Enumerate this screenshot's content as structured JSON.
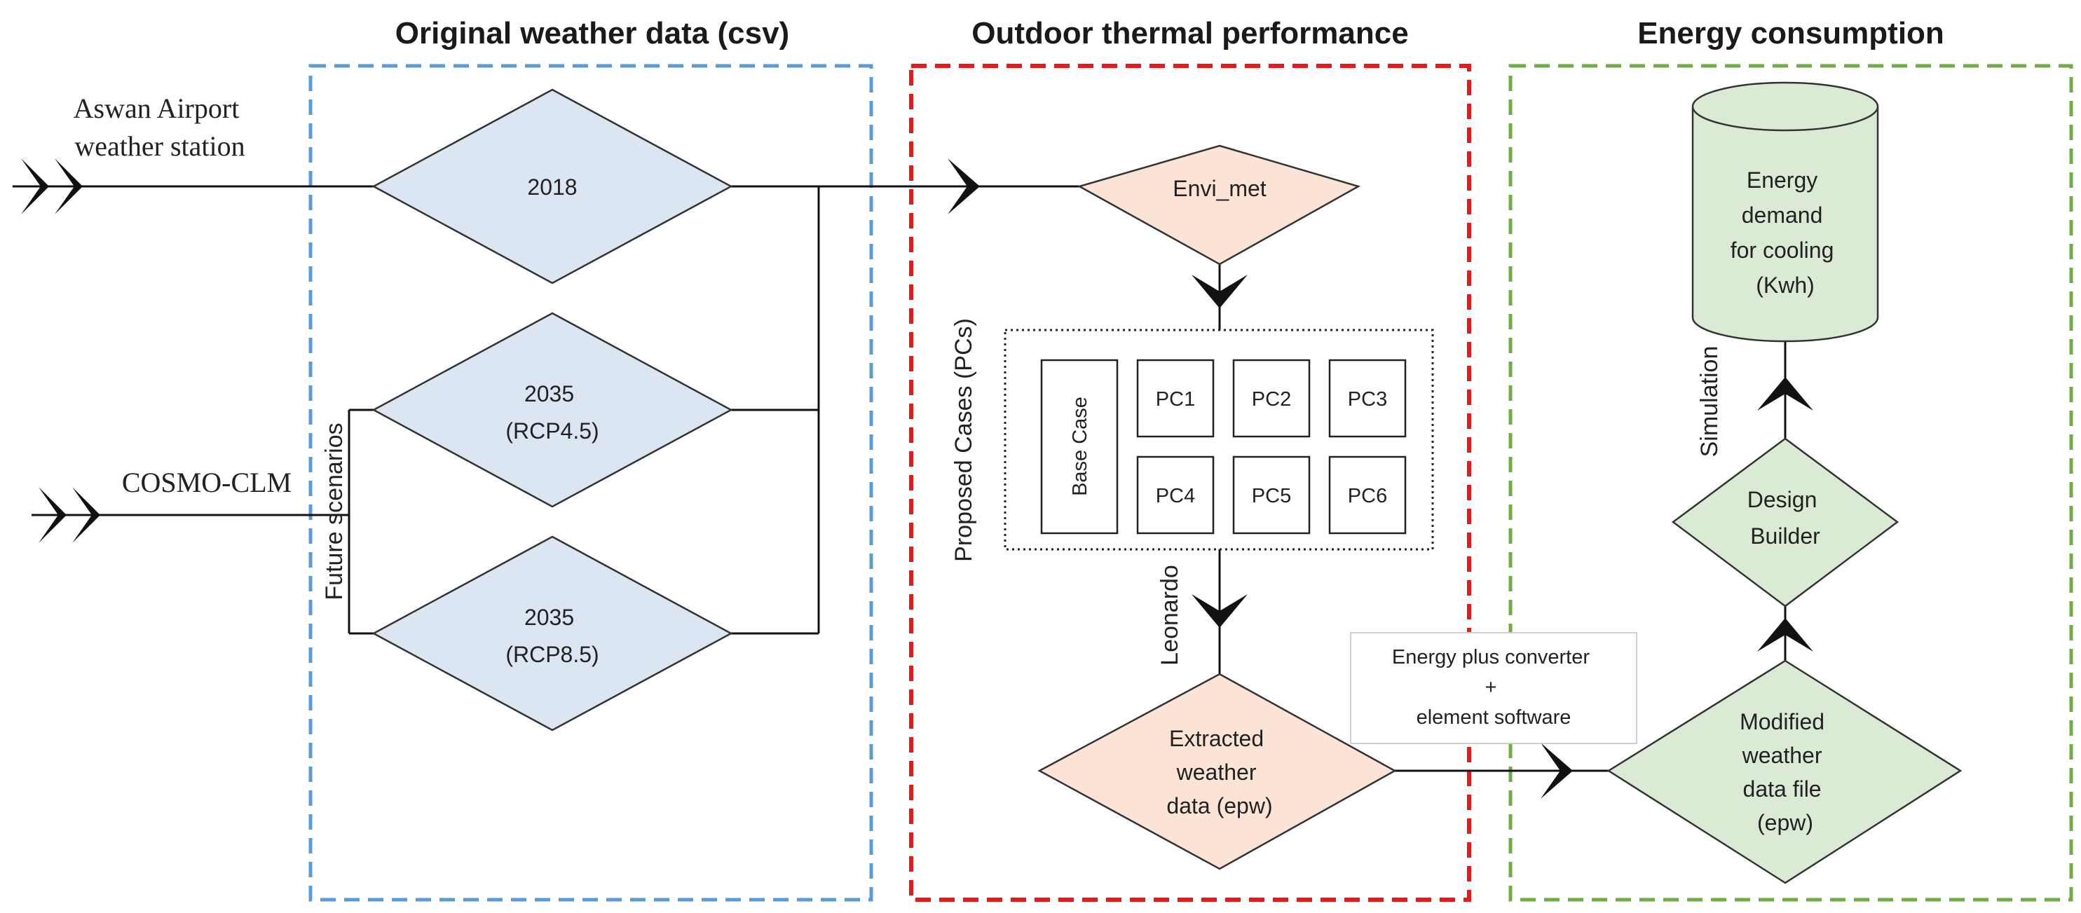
{
  "panels": [
    {
      "id": "original",
      "title": "Original weather data (csv)",
      "color": "#5b9bd5"
    },
    {
      "id": "outdoor",
      "title": "Outdoor thermal performance",
      "color": "#e8191b"
    },
    {
      "id": "energy",
      "title": "Energy consumption",
      "color": "#70ad47"
    }
  ],
  "sources": {
    "aswan": [
      "Aswan Airport",
      "weather station"
    ],
    "cosmo": "COSMO-CLM"
  },
  "scenarios": {
    "label": "Future scenarios",
    "nodes": [
      [
        "2018"
      ],
      [
        "2035",
        "(RCP4.5)"
      ],
      [
        "2035",
        "(RCP8.5)"
      ]
    ]
  },
  "outdoor": {
    "envi_met": "Envi_met",
    "proposed_label": "Proposed Cases (PCs)",
    "base_case": "Base Case",
    "pcs": [
      "PC1",
      "PC2",
      "PC3",
      "PC4",
      "PC5",
      "PC6"
    ],
    "leonardo": "Leonardo",
    "extracted": [
      "Extracted",
      "weather",
      "data (epw)"
    ]
  },
  "converter": [
    "Energy plus converter",
    "+",
    "element software"
  ],
  "energy": {
    "modified": [
      "Modified",
      "weather",
      "data file",
      "(epw)"
    ],
    "design": [
      "Design",
      "Builder"
    ],
    "simulation": "Simulation",
    "demand": [
      "Energy",
      "demand",
      "for cooling",
      "(Kwh)"
    ]
  },
  "colors": {
    "blue_fill": "#dce6f2",
    "peach_fill": "#fbe3d6",
    "green_fill": "#dbead4",
    "line": "#111111"
  }
}
